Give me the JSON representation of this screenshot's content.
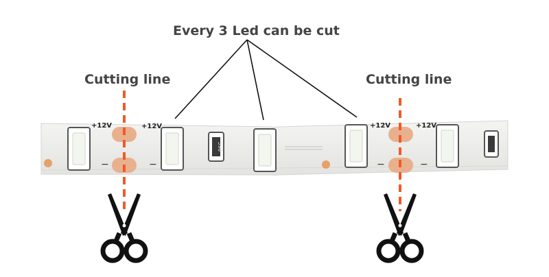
{
  "diagram": {
    "title": "Every 3 Led can be cut",
    "cutting_label": "Cutting line",
    "voltage_label": "+12V",
    "resistor_code": "390",
    "pad_minus": "−",
    "colors": {
      "strip": "#eeeeec",
      "cut_line": "#f15a29",
      "copper_pad": "#e9b08e",
      "led_frame": "#555555",
      "led_chip": "#f3f6ee",
      "text": "#444444"
    },
    "icons": [
      "scissors-icon",
      "led-icon",
      "resistor-icon",
      "solder-pad-icon"
    ]
  }
}
